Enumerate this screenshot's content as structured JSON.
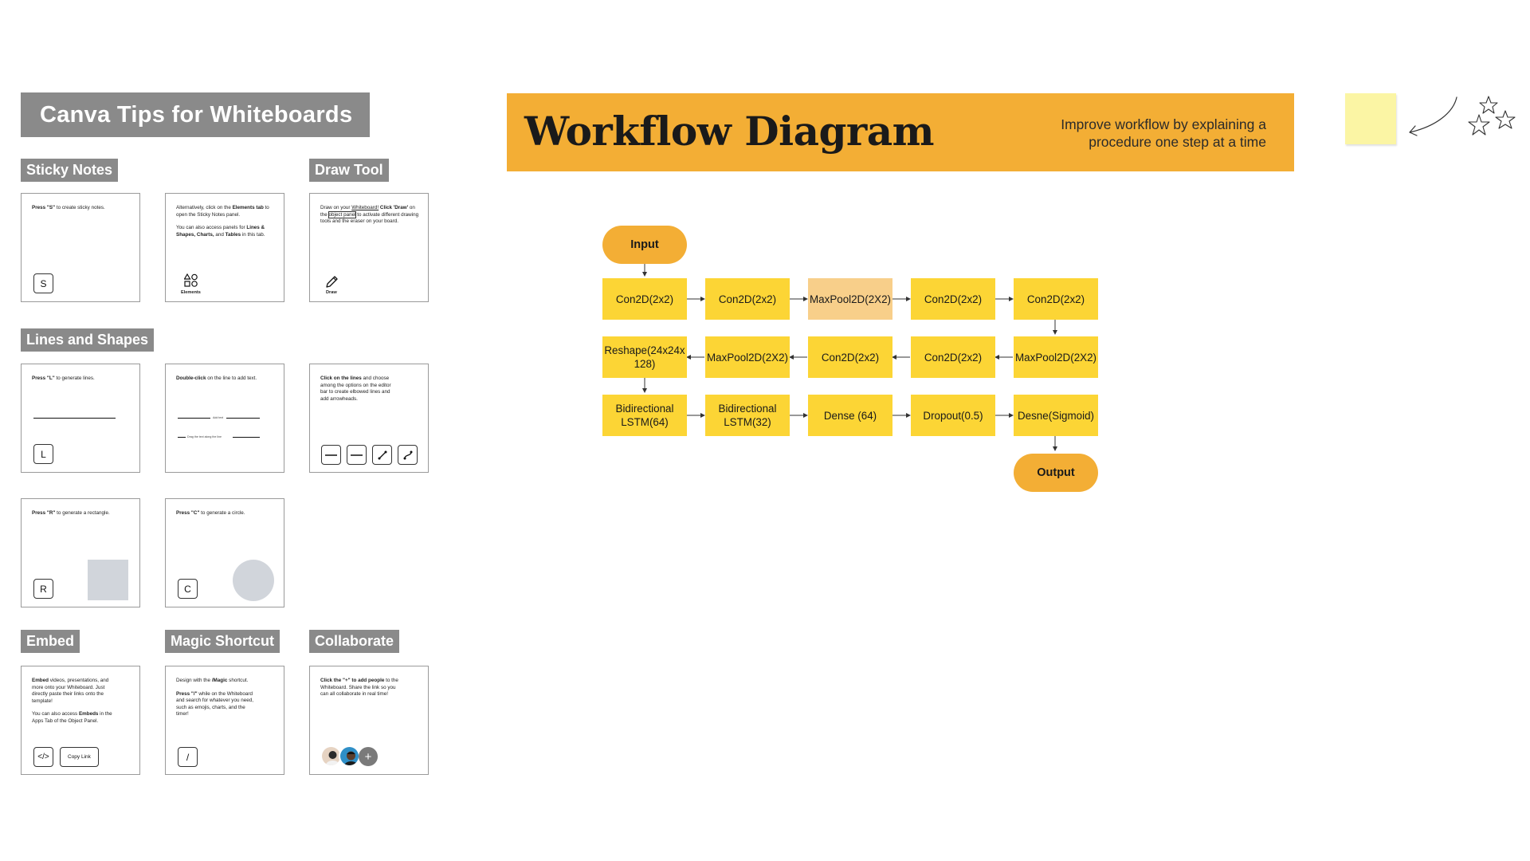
{
  "tips": {
    "main_title": "Canva Tips for Whiteboards",
    "sections": {
      "sticky_notes": "Sticky Notes",
      "draw_tool": "Draw Tool",
      "lines_and_shapes": "Lines and Shapes",
      "embed": "Embed",
      "magic_shortcut": "Magic Shortcut",
      "collaborate": "Collaborate"
    },
    "cards": {
      "sticky1": {
        "bold": "Press \"S\"",
        "text": " to create sticky notes.",
        "key": "S"
      },
      "sticky2": {
        "p1_a": "Alternatively, click on the ",
        "p1_b": "Elements tab",
        "p1_c": " to open the Sticky Notes panel.",
        "p2_a": "You can also access panels for ",
        "p2_b": "Lines & Shapes, Charts,",
        "p2_c": " and ",
        "p2_d": "Tables",
        "p2_e": " in this tab.",
        "icon_label": "Elements"
      },
      "draw": {
        "t1": "Draw on your ",
        "t2": "Whiteboard!",
        "t3": " Click ",
        "t4": "'Draw'",
        "t5": " on the ",
        "t6": "object panel",
        "t7": " to activate different drawing tools and the eraser on your board.",
        "icon_label": "Draw"
      },
      "lines1": {
        "bold": "Press \"L\"",
        "text": " to generate lines.",
        "key": "L"
      },
      "lines2": {
        "bold": "Double-click",
        "text": " on the line to add text.",
        "caption1": "Add text",
        "caption2": "Drag the text along the line"
      },
      "lines3": {
        "bold": "Click on the lines",
        "text": " and choose among the options on the editor bar to create elbowed lines and add arrowheads."
      },
      "rect": {
        "bold": "Press \"R\"",
        "text": " to generate a rectangle.",
        "key": "R"
      },
      "circle": {
        "bold": "Press \"C\"",
        "text": " to generate a circle.",
        "key": "C"
      },
      "embed": {
        "p1_bold": "Embed",
        "p1_text": " videos, presentations, and more onto your Whiteboard. Just directly paste their links onto the template!",
        "p2_a": "You can also access ",
        "p2_b": "Embeds",
        "p2_c": " in the Apps Tab of the Object Panel.",
        "key": "</>",
        "copy_link": "Copy Link"
      },
      "magic": {
        "p1_a": "Design with the ",
        "p1_b": "/Magic",
        "p1_c": " shortcut.",
        "p2_a": "Press \"/\"",
        "p2_b": " while on the Whiteboard and search for whatever you need, such as emojis, charts, and the timer!",
        "key": "/"
      },
      "collab": {
        "bold": "Click the \"+\" to add people",
        "text": " to the Whiteboard. Share the link so you can all collaborate in real time!",
        "plus": "+"
      }
    }
  },
  "workflow": {
    "title": "Workflow Diagram",
    "subtitle": "Improve workflow by explaining a procedure one step at a time",
    "banner_color": "#f3ae35",
    "node_color": "#fcd535",
    "highlight_color": "#f8cf8a",
    "input": "Input",
    "output": "Output",
    "row1": [
      "Con2D(2x2)",
      "Con2D(2x2)",
      "MaxPool2D(2X2)",
      "Con2D(2x2)",
      "Con2D(2x2)"
    ],
    "row2": [
      "Reshape(24x24x128)",
      "MaxPool2D(2X2)",
      "Con2D(2x2)",
      "Con2D(2x2)",
      "MaxPool2D(2X2)"
    ],
    "row3": [
      "Bidirectional LSTM(64)",
      "Bidirectional LSTM(32)",
      "Dense (64)",
      "Dropout(0.5)",
      "Desne(Sigmoid)"
    ]
  }
}
